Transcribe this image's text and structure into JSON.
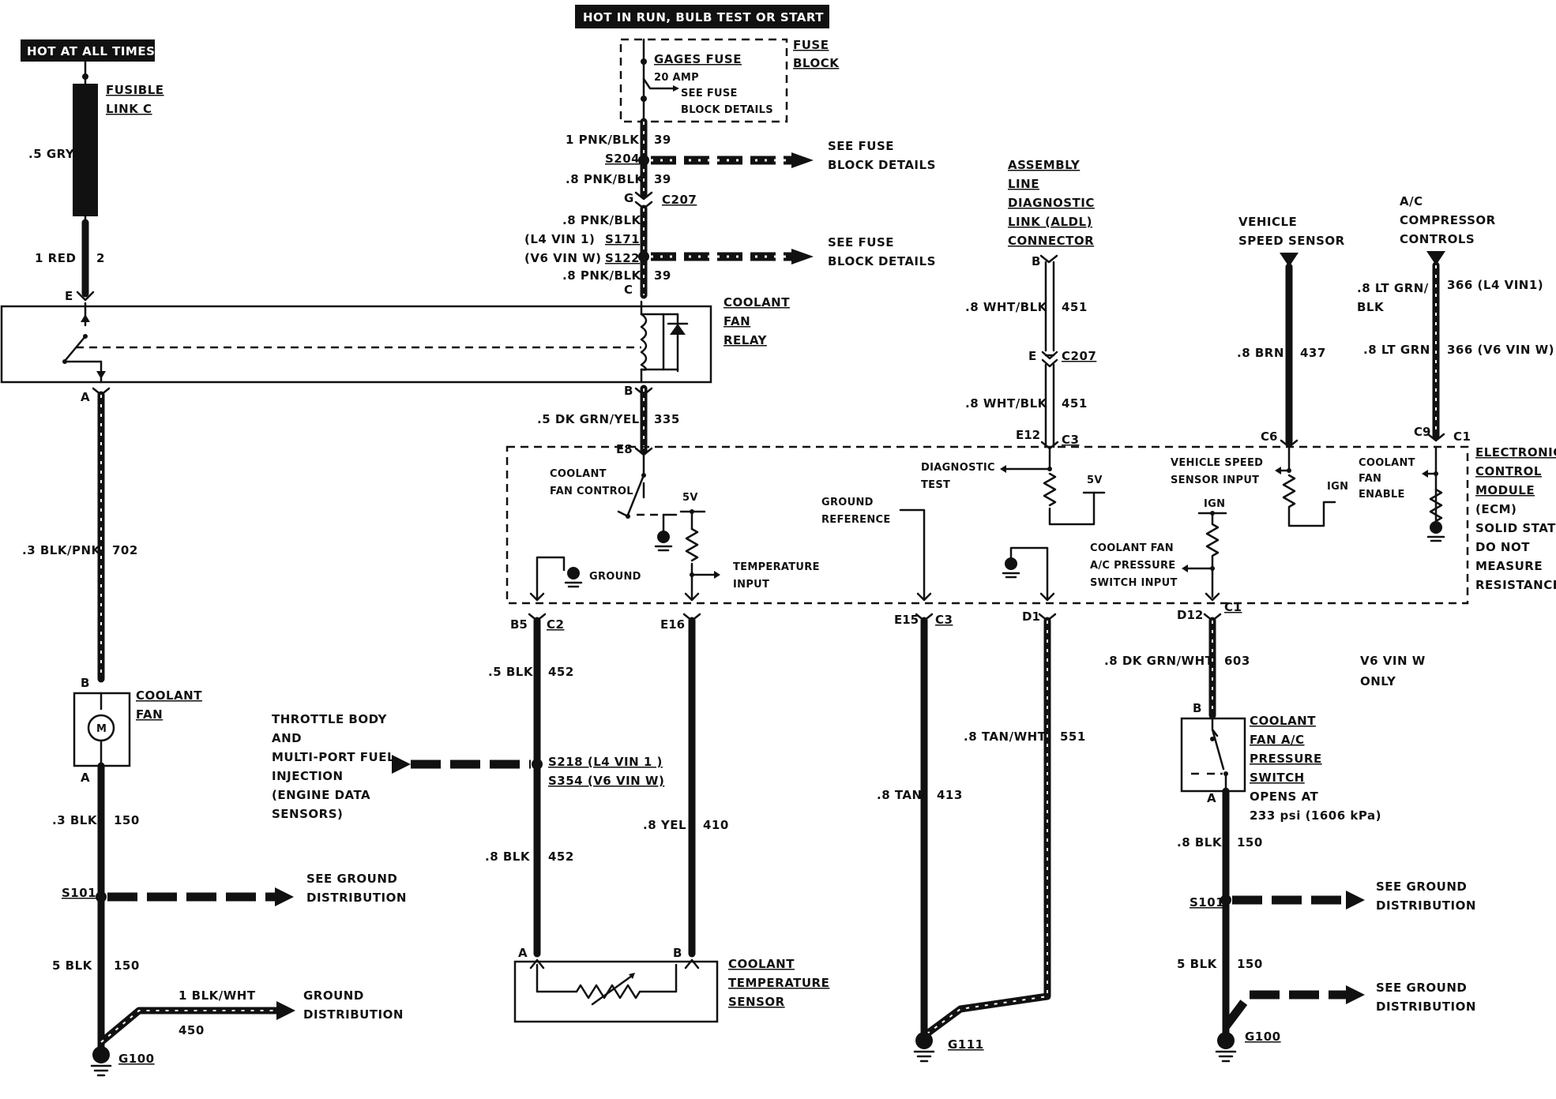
{
  "banners": {
    "hot_at_all_times": "HOT AT ALL TIMES",
    "hot_in_run": "HOT IN RUN, BULB TEST OR START"
  },
  "fuse_block": {
    "title_line1": "FUSE",
    "title_line2": "BLOCK",
    "fuse_name": "GAGES FUSE",
    "fuse_rating": "20 AMP",
    "see_line1": "SEE FUSE",
    "see_line2": "BLOCK DETAILS"
  },
  "fusible_link": {
    "line1": "FUSIBLE",
    "line2": "LINK C",
    "wire": ".5 GRY"
  },
  "left_column": {
    "red_wire": "1 RED",
    "red_circuit": "2",
    "pin_e": "E",
    "pin_a": "A",
    "blk_pnk_wire": ".3 BLK/PNK",
    "blk_pnk_circuit": "702",
    "fan_pin_b": "B",
    "fan_pin_a": "A",
    "fan_line1": "COOLANT",
    "fan_line2": "FAN",
    "motor_symbol": "M",
    "blk3_wire": ".3 BLK",
    "blk3_circuit": "150",
    "s101": "S101",
    "see_ground1": "SEE GROUND",
    "see_ground2": "DISTRIBUTION",
    "blk5_wire": "5 BLK",
    "blk5_circuit": "150",
    "blkwht_wire": "1 BLK/WHT",
    "blkwht_circuit": "450",
    "ground_dist1": "GROUND",
    "ground_dist2": "DISTRIBUTION",
    "g100": "G100"
  },
  "relay": {
    "line1": "COOLANT",
    "line2": "FAN",
    "line3": "RELAY",
    "pin_c": "C",
    "pin_b": "B"
  },
  "center_wires": {
    "pnkblk1": "1 PNK/BLK",
    "c39a": "39",
    "s204": "S204",
    "see_fuse_1a": "SEE FUSE",
    "see_fuse_1b": "BLOCK DETAILS",
    "pnkblk2": ".8 PNK/BLK",
    "c39b": "39",
    "g_pin": "G",
    "c207": "C207",
    "pnkblk3": ".8 PNK/BLK",
    "l4vin1": "(L4 VIN 1)",
    "s171": "S171",
    "v6vinw": "(V6 VIN W)",
    "s122": "S122",
    "see_fuse_2a": "SEE FUSE",
    "see_fuse_2b": "BLOCK DETAILS",
    "pnkblk4": ".8 PNK/BLK",
    "c39c": "39",
    "dkgrnyel": ".5 DK GRN/YEL",
    "c335": "335",
    "e8": "E8"
  },
  "aldl": {
    "line1": "ASSEMBLY",
    "line2": "LINE",
    "line3": "DIAGNOSTIC",
    "line4": "LINK (ALDL)",
    "line5": "CONNECTOR",
    "pin_b": "B",
    "whtblk1": ".8 WHT/BLK",
    "c451a": "451",
    "pin_e": "E",
    "c207": "C207",
    "whtblk2": ".8 WHT/BLK",
    "c451b": "451",
    "e12": "E12",
    "c3": "C3"
  },
  "vss": {
    "line1": "VEHICLE",
    "line2": "SPEED SENSOR",
    "wire": ".8 BRN",
    "circuit": "437",
    "pin": "C6"
  },
  "ac_comp": {
    "line1": "A/C",
    "line2": "COMPRESSOR",
    "line3": "CONTROLS",
    "wire1a": ".8 LT GRN/",
    "wire1b": "BLK",
    "circuit1": "366 (L4 VIN1)",
    "wire2": ".8 LT GRN",
    "circuit2": "366 (V6 VIN W)",
    "pin": "C9",
    "conn": "C1"
  },
  "ecm": {
    "line1": "ELECTRONIC",
    "line2": "CONTROL",
    "line3": "MODULE",
    "line4": "(ECM)",
    "line5": "SOLID STATE",
    "line6": "DO NOT",
    "line7": "MEASURE",
    "line8": "RESISTANCE",
    "cfc1": "COOLANT",
    "cfc2": "FAN CONTROL",
    "five_v_a": "5V",
    "ground": "GROUND",
    "temp_input1": "TEMPERATURE",
    "temp_input2": "INPUT",
    "gref1": "GROUND",
    "gref2": "REFERENCE",
    "diag1": "DIAGNOSTIC",
    "diag2": "TEST",
    "five_v_b": "5V",
    "vss_in1": "VEHICLE SPEED",
    "vss_in2": "SENSOR INPUT",
    "ign_a": "IGN",
    "ign_b": "IGN",
    "cfe1": "COOLANT",
    "cfe2": "FAN",
    "cfe3": "ENABLE",
    "cfac1": "COOLANT FAN",
    "cfac2": "A/C PRESSURE",
    "cfac3": "SWITCH INPUT"
  },
  "bottom_center": {
    "b5": "B5",
    "c2": "C2",
    "blk5": ".5 BLK",
    "c452a": "452",
    "tbi1": "THROTTLE BODY",
    "tbi2": "AND",
    "tbi3": "MULTI-PORT FUEL",
    "tbi4": "INJECTION",
    "tbi5": "(ENGINE DATA",
    "tbi6": "SENSORS)",
    "s218": "S218 (L4 VIN 1 )",
    "s354": "S354 (V6 VIN W)",
    "blk8": ".8 BLK",
    "c452b": "452",
    "e16": "E16",
    "yel": ".8 YEL",
    "c410": "410",
    "pin_a": "A",
    "pin_b": "B",
    "cts1": "COOLANT",
    "cts2": "TEMPERATURE",
    "cts3": "SENSOR",
    "e15": "E15",
    "c3": "C3",
    "tan": ".8 TAN",
    "c413": "413",
    "d1": "D1",
    "tanwht": ".8 TAN/WHT",
    "c551": "551",
    "g111": "G111"
  },
  "right_bottom": {
    "d12": "D12",
    "c1": "C1",
    "dkgrnwht": ".8 DK GRN/WHT",
    "c603": "603",
    "v6_1": "V6 VIN W",
    "v6_2": "ONLY",
    "pin_b": "B",
    "sw1": "COOLANT",
    "sw2": "FAN A/C",
    "sw3": "PRESSURE",
    "sw4": "SWITCH",
    "opens1": "OPENS AT",
    "opens2": "233 psi (1606 kPa)",
    "pin_a": "A",
    "blk8": ".8 BLK",
    "c150a": "150",
    "s101": "S101",
    "see_ground1": "SEE GROUND",
    "see_ground2": "DISTRIBUTION",
    "blk5": "5 BLK",
    "c150b": "150",
    "see_ground3": "SEE GROUND",
    "see_ground4": "DISTRIBUTION",
    "g100": "G100"
  }
}
